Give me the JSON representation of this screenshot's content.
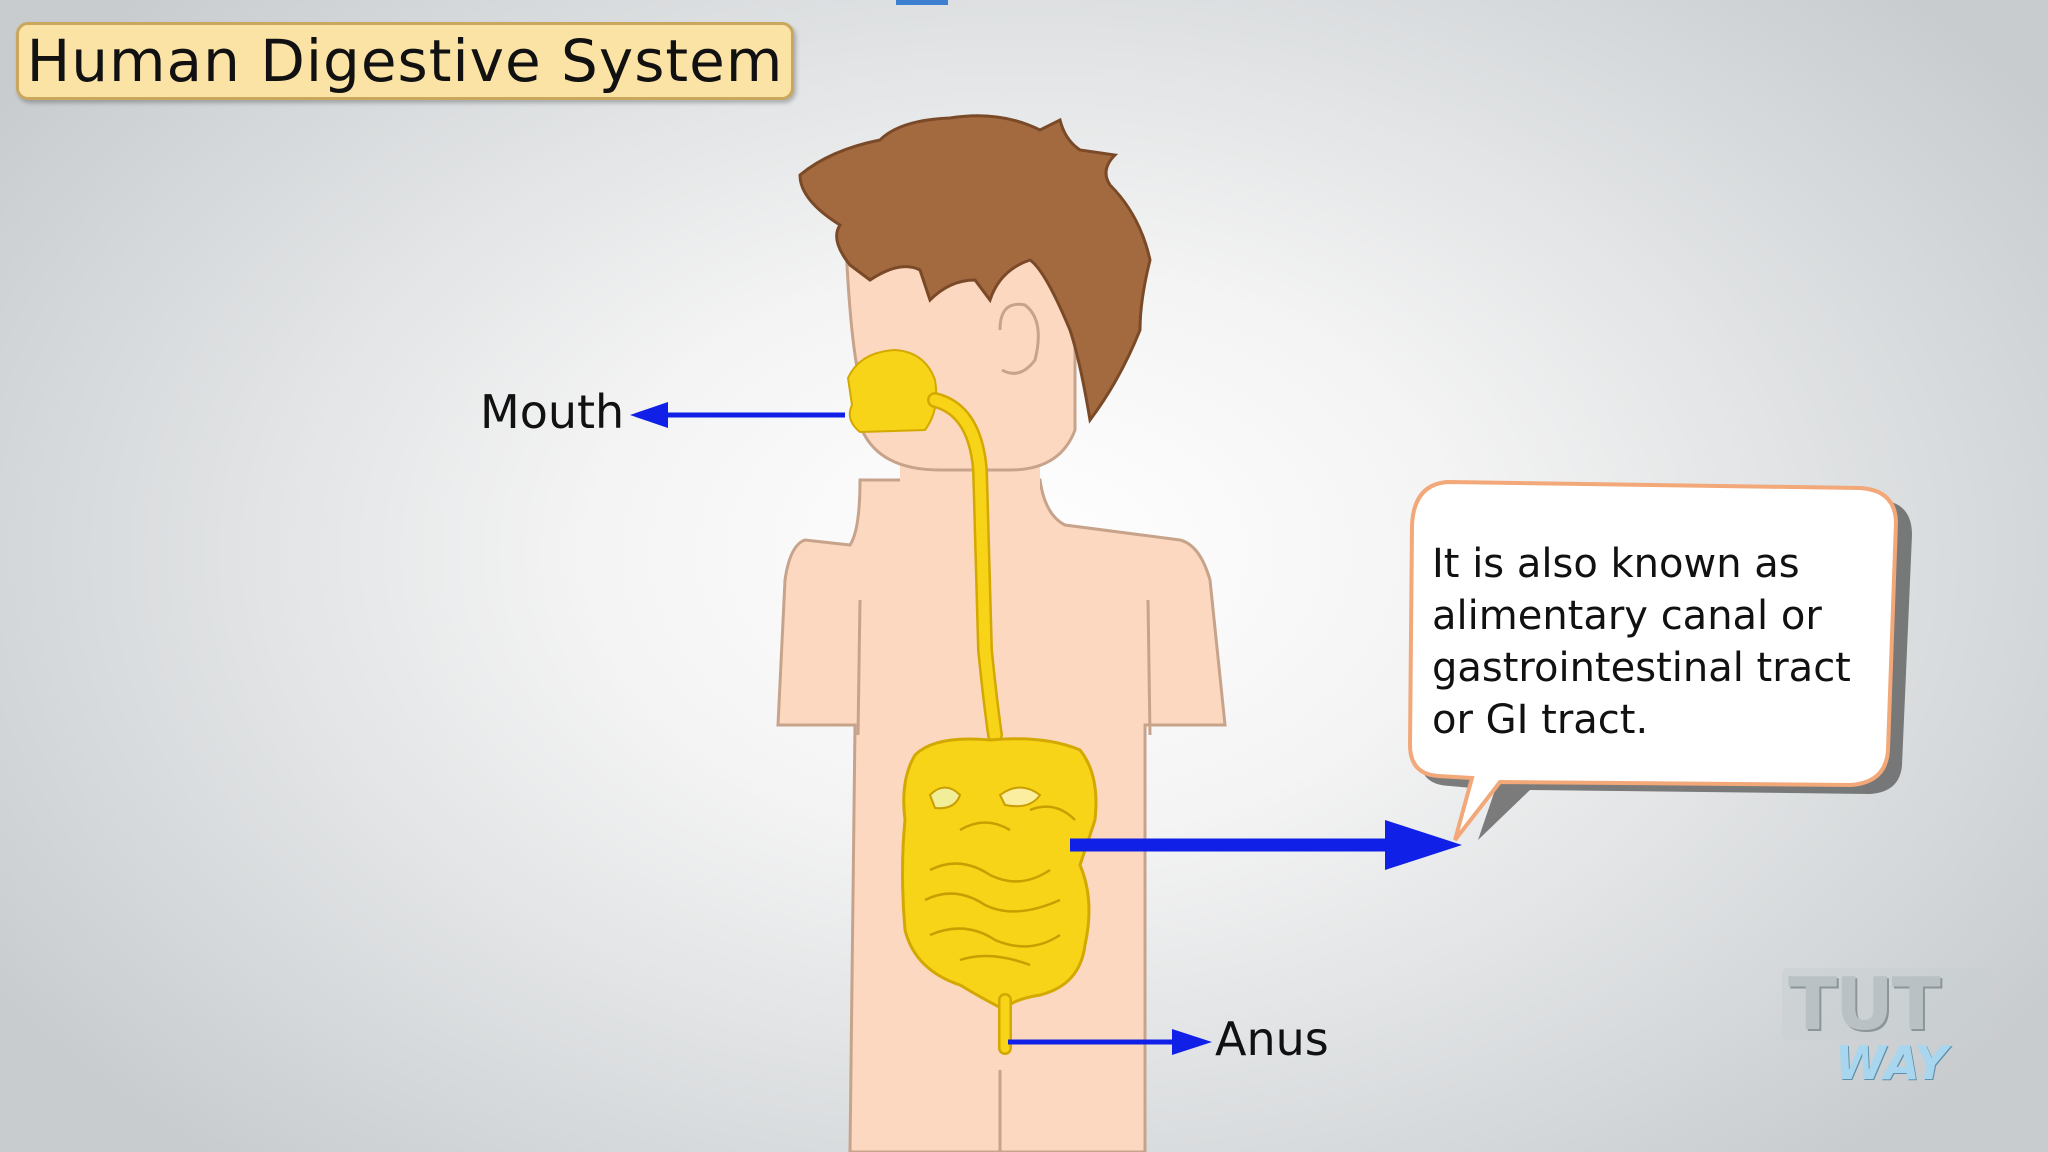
{
  "title": "Human Digestive System",
  "labels": {
    "mouth": "Mouth",
    "anus": "Anus"
  },
  "bubble": {
    "lines": [
      "It is also known as",
      "alimentary canal or",
      "gastrointestinal tract",
      "or GI tract."
    ]
  },
  "logo": {
    "top": "TUT",
    "bottom": "WAY"
  },
  "colors": {
    "arrow": "#1020e6",
    "organ": "#f7d417",
    "skin": "#fbd8bf",
    "hair": "#a46a3f",
    "title_bg": "#fbe3a6"
  },
  "icons": [
    "boy-figure",
    "digestive-tract",
    "arrow-left",
    "arrow-right",
    "speech-bubble",
    "tutway-logo"
  ]
}
